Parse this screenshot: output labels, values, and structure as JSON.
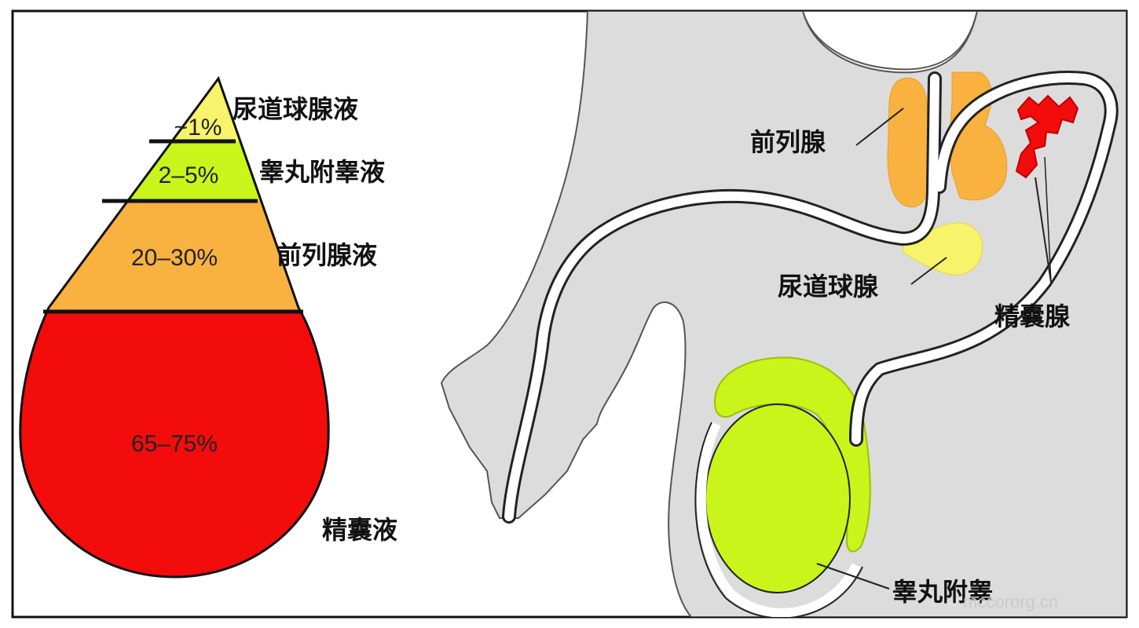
{
  "drop": {
    "layers": [
      {
        "percent": "~1%",
        "label": "尿道球腺液",
        "color": "#f7f36a"
      },
      {
        "percent": "2–5%",
        "label": "睾丸附睾液",
        "color": "#c9f51a"
      },
      {
        "percent": "20–30%",
        "label": "前列腺液",
        "color": "#f9b13f"
      },
      {
        "percent": "65–75%",
        "label": "精囊液",
        "color": "#f20c0c"
      }
    ]
  },
  "anatomy": {
    "labels": {
      "prostate": "前列腺",
      "bulbourethral": "尿道球腺",
      "seminal_vesicle": "精囊腺",
      "epididymis": "睾丸附睾"
    },
    "colors": {
      "body": "#dcdcdc",
      "prostate": "#f9b13f",
      "bulbourethral": "#f7f36a",
      "testis": "#c9f51a",
      "seminal_vesicle": "#f20c0c"
    }
  },
  "watermark": "mccororg.cn"
}
